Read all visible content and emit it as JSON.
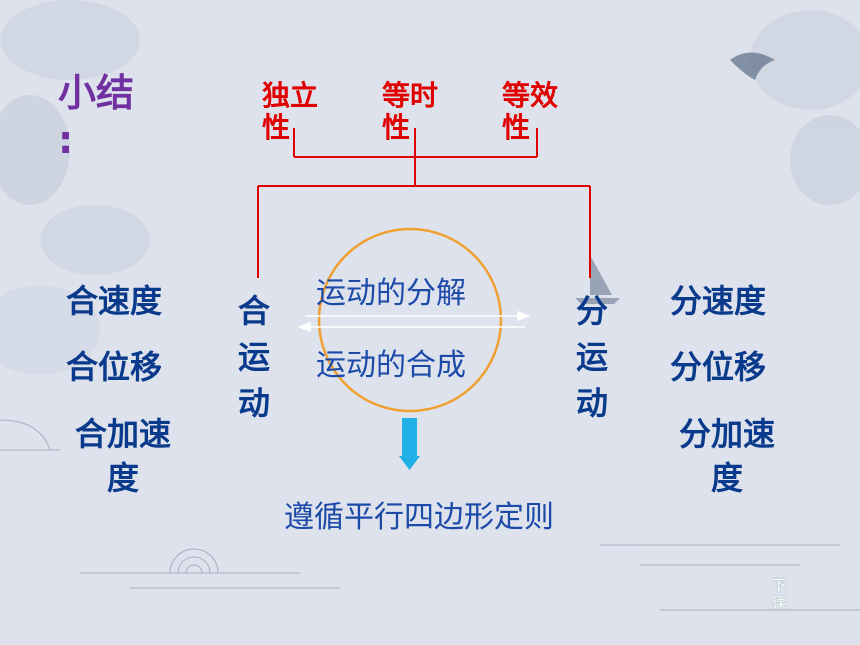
{
  "title": {
    "main": "小结",
    "colon": ":"
  },
  "properties": [
    "独立性",
    "等时性",
    "等效性"
  ],
  "left_motion": "合运动",
  "right_motion": "分运动",
  "arrow_top_label": "运动的分解",
  "arrow_bottom_label": "运动的合成",
  "left_quantities": [
    "合速度",
    "合位移",
    "合加速度"
  ],
  "right_quantities": [
    "分速度",
    "分位移",
    "分加速度"
  ],
  "rule_text": "遵循平行四边形定则",
  "next_button": "下课",
  "colors": {
    "title": "#7030a0",
    "properties": "#e00000",
    "bracket_lines": "#e00000",
    "quantities": "#0a3a8c",
    "circle": "#f0a030",
    "down_arrow": "#1fb0e8"
  }
}
